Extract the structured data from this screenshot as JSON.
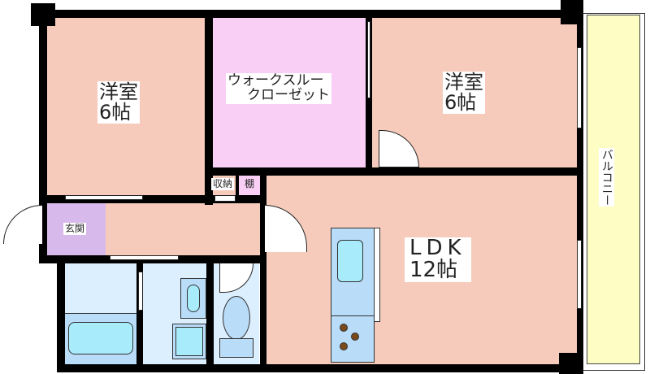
{
  "rooms": {
    "western1": {
      "name": "洋室",
      "size": "6帖"
    },
    "closet": {
      "line1": "ウォークスルー",
      "line2": "クローゼット"
    },
    "western2": {
      "name": "洋室",
      "size": "6帖"
    },
    "ldk": {
      "name": "LDK",
      "size": "12帖"
    },
    "entrance": "玄関",
    "storage": "収納",
    "shelf": "棚",
    "balcony": "バルコニー"
  },
  "colors": {
    "room": "#f6cbbb",
    "closet": "#f9cff5",
    "entrance": "#d8b9ec",
    "wet": "#dcefff",
    "fixture": "#b9dcf8",
    "balcony": "#fdfdc4"
  }
}
